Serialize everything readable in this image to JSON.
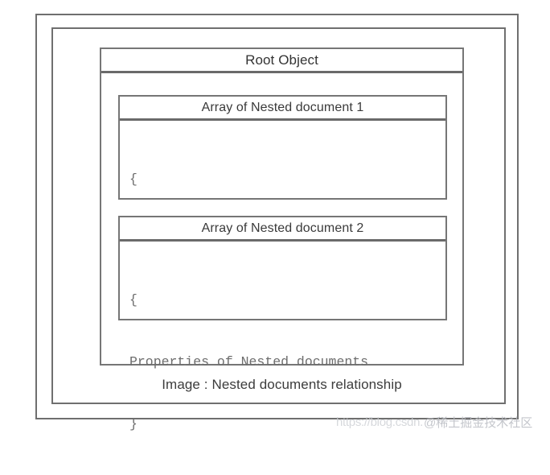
{
  "diagram": {
    "root": {
      "title": "Root Object",
      "nested_boxes": [
        {
          "header": "Array of Nested document 1",
          "code_lines": [
            "{",
            "Properties of Nested documents",
            "}"
          ]
        },
        {
          "header": "Array of Nested document 2",
          "code_lines": [
            "{",
            "Properties of Nested documents",
            "}"
          ]
        }
      ]
    },
    "caption": "Image : Nested documents relationship"
  },
  "watermark": {
    "url": "https://blog.csdn.",
    "handle": "@稀土掘金技术社区"
  },
  "colors": {
    "border": "#6f6f6f",
    "box_border": "#767676",
    "divider": "#6a6a6a",
    "header_text": "#3a3a3a",
    "code_text": "#6d6d6d",
    "background": "#ffffff"
  }
}
